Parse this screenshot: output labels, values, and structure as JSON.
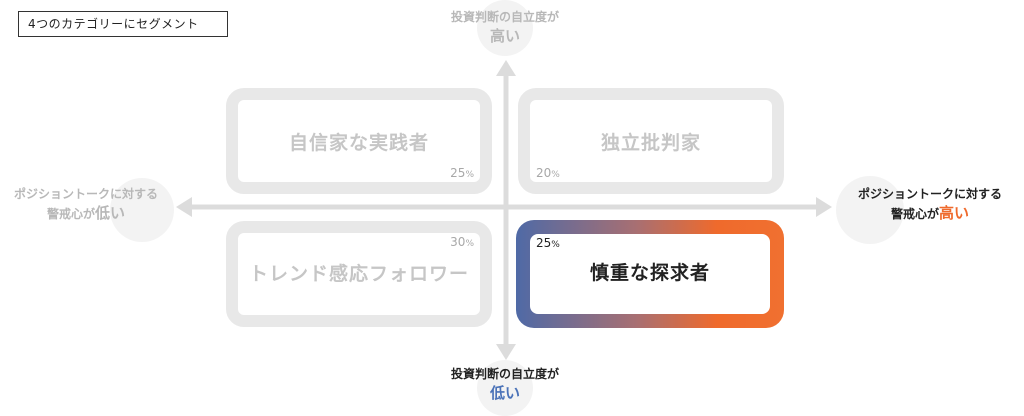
{
  "title": "4つのカテゴリーにセグメント",
  "axis_top": {
    "line1": "投資判断の自立度が",
    "line2": "高い"
  },
  "axis_bottom": {
    "line1": "投資判断の自立度が",
    "line2": "低い"
  },
  "axis_left": {
    "line1": "ポジショントークに対する",
    "line2a": "警戒心が",
    "line2b": "低い"
  },
  "axis_right": {
    "line1": "ポジショントークに対する",
    "line2a": "警戒心が",
    "line2b": "高い"
  },
  "quadrants": {
    "top_left": {
      "name": "自信家な実践者",
      "percent": "25",
      "unit": "%"
    },
    "top_right": {
      "name": "独立批判家",
      "percent": "20",
      "unit": "%"
    },
    "bottom_left": {
      "name": "トレンド感応フォロワー",
      "percent": "30",
      "unit": "%"
    },
    "bottom_right": {
      "name": "慎重な探求者",
      "percent": "25",
      "unit": "%"
    }
  },
  "colors": {
    "axis": "#dcdcdc",
    "muted_text": "#b8b8b8",
    "accent_blue": "#4a72b8",
    "accent_orange": "#ef6a2c"
  }
}
